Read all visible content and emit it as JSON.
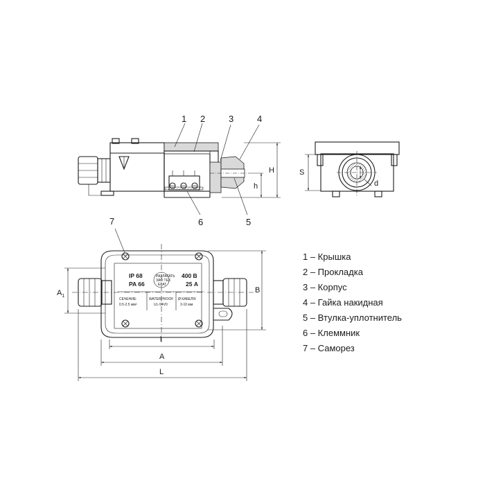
{
  "callouts": {
    "c1": "1",
    "c2": "2",
    "c3": "3",
    "c4": "4",
    "c5": "5",
    "c6": "6",
    "c7": "7"
  },
  "dimensions": {
    "H": "H",
    "h": "h",
    "S": "S",
    "d": "d",
    "A1": "A",
    "A1_sub": "1",
    "B": "B",
    "l": "l",
    "A": "A",
    "L": "L"
  },
  "label_plate": {
    "ip": "IP 68",
    "pa": "PA 66",
    "voltage": "400 В",
    "current": "25 А",
    "section_title": "СЕЧЕНИЕ:",
    "section_value": "0.5-2.5 мм²",
    "waterproof": "WATERPROOF",
    "ul": "UL-94V0",
    "cable_title": "Ø КАБЕЛЯ:",
    "cable_value": "3-10 мм",
    "logo_line1": "РАЗЛАГАТЬ",
    "logo_line2": "ЗАО ТЕХ",
    "logo_line3": "ЕКАТ"
  },
  "legend": [
    "1 – Крышка",
    "2 – Прокладка",
    "3 – Корпус",
    "4 – Гайка накидная",
    "5 – Втулка-уплотнитель",
    "6 – Клеммник",
    "7 – Саморез"
  ]
}
